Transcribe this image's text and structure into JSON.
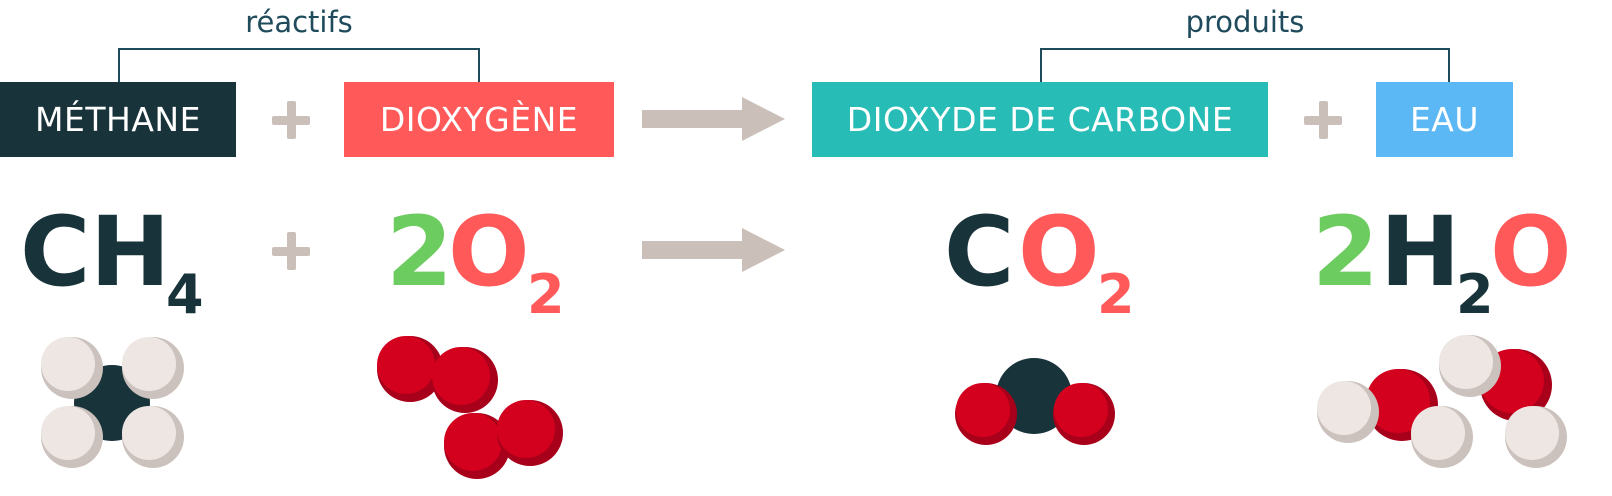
{
  "reactants_label": "réactifs",
  "products_label": "produits",
  "boxes": {
    "methane": "MÉTHANE",
    "dioxygen": "DIOXYGÈNE",
    "co2": "DIOXYDE DE CARBONE",
    "water": "EAU"
  },
  "equation": {
    "methane": {
      "C": "C",
      "H": "H",
      "sub": "4"
    },
    "dioxygen": {
      "coef": "2",
      "O": "O",
      "sub": "2"
    },
    "co2": {
      "C": "C",
      "O": "O",
      "sub": "2"
    },
    "water": {
      "coef": "2",
      "H": "H",
      "sub": "2",
      "O": "O"
    }
  },
  "colors": {
    "dark": "#18333a",
    "red": "#ff5959",
    "teal": "#27bcb5",
    "blue": "#5bb8f5",
    "green": "#6dcc5f",
    "gray": "#cbbfba",
    "bracket": "#1f4b5c",
    "atom_red": "#d3001e",
    "atom_white": "#ede6e2"
  },
  "molecule_icons": [
    "methane-molecule-icon",
    "dioxygen-molecule-icon",
    "co2-molecule-icon",
    "water-molecule-icon"
  ]
}
